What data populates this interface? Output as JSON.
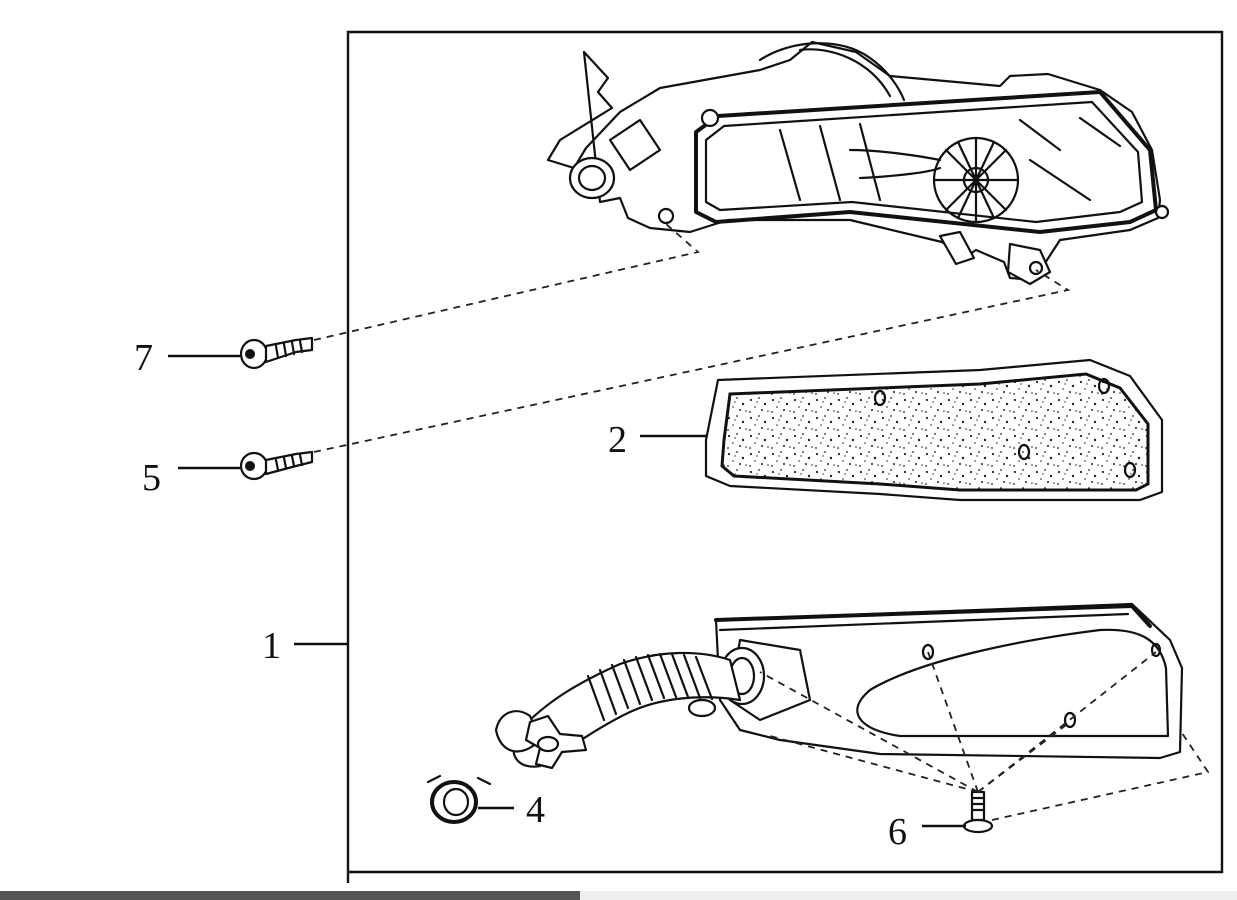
{
  "callouts": {
    "c1": "1",
    "c2": "2",
    "c4": "4",
    "c5": "5",
    "c6": "6",
    "c7": "7"
  }
}
